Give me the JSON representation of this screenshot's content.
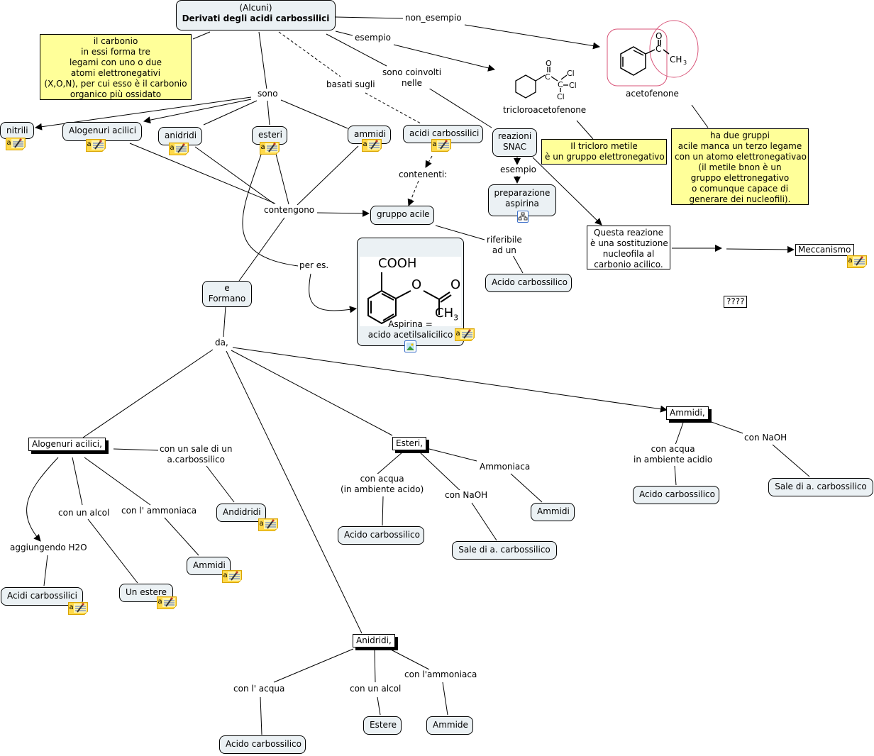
{
  "root": {
    "line1": "(Alcuni)",
    "line2": "Derivati degli acidi carbossilici"
  },
  "notes": {
    "carbonio": [
      "il carbonio",
      "in essi forma tre",
      "legami con uno o due",
      "atomi elettronegativi",
      "(X,O,N), per cui esso è il carbonio",
      "organico più ossidato"
    ],
    "tricloro": [
      "Il tricloro metile",
      "è un gruppo elettronegativo"
    ],
    "acetofenone": [
      "ha due gruppi",
      "acile manca un terzo legame",
      "con un atomo elettronegativao",
      "(il metile bnon è un",
      "gruppo elettronegativo",
      "o comunque capace di",
      "generare dei nucleofili)."
    ]
  },
  "linking_phrases": {
    "non_esempio": "non_esempio",
    "esempio": "esempio",
    "sono_coinvolti": [
      "sono coinvolti",
      "nelle"
    ],
    "basati_sugli": "basati sugli",
    "sono": "sono",
    "contengono": "contengono",
    "contenenti": "contenenti:",
    "esempio2": "esempio",
    "riferibile": [
      "riferibile",
      "ad un"
    ],
    "per_es": "per es.",
    "da": "da,",
    "con_sale": [
      "con un sale di un",
      "a.carbossilico"
    ],
    "con_alcol_1": "con un alcol",
    "con_ammoniaca_1": "con l' ammoniaca",
    "aggiungendo": "aggiungendo H2O",
    "esteri_acqua": [
      "con acqua",
      "(in ambiente acido)"
    ],
    "esteri_naoh": "con NaOH",
    "esteri_ammoniaca": "Ammoniaca",
    "ammidi_acqua": [
      "con acqua",
      "in ambiente acidio"
    ],
    "ammidi_naoh": "con NaOH",
    "anidridi_acqua": "con l' acqua",
    "anidridi_alcol": "con un alcol",
    "anidridi_ammoniaca": "con l'ammoniaca"
  },
  "concepts": {
    "nitrili": "nitrili",
    "alogenuri": "Alogenuri acilici",
    "anidridi": "anidridi",
    "esteri": "esteri",
    "ammidi": "ammidi",
    "acidi_carbossilici": "acidi carbossilici",
    "reazioni_snac": [
      "reazioni",
      "SNAC"
    ],
    "preparazione": [
      "preparazione",
      "aspirina"
    ],
    "gruppo_acile": "gruppo acile",
    "acido_carbossilico_rif": "Acido carbossilico",
    "e_formano": [
      "e",
      "Formano"
    ],
    "aspirina": [
      "Aspirina =",
      "acido acetilsalicilico"
    ],
    "questa_reazione": [
      "Questa reazione",
      "è una sostituzione",
      "nucleofila al",
      "carbonio acilico."
    ],
    "meccanismo": "Meccanismo",
    "qqqq": "????",
    "tricloroacetofenone": "tricloroacetofenone",
    "acetofenone": "acetofenone",
    "alogenuri_b": "Alogenuri  acilici,",
    "andidridi": "Andidridi",
    "ammidi_b": "Ammidi",
    "acidi_carbossilici_b": "Acidi carbossilici",
    "un_estere": "Un estere",
    "esteri_b": "Esteri,",
    "acido_carb_esteri": "Acido carbossilico",
    "sale_esteri": "Sale di a. carbossilico",
    "ammidi_esteri": "Ammidi",
    "ammidi_c": "Ammidi,",
    "acido_carb_ammidi": "Acido carbossilico",
    "sale_ammidi": "Sale di a. carbossilico",
    "anidridi_b": "Anidridi,",
    "acido_carb_anidridi": "Acido carbossilico",
    "estere_anidridi": "Estere",
    "ammide_anidridi": "Ammide"
  },
  "chem_labels": {
    "cooh": "COOH",
    "o": "O",
    "ch3": "CH",
    "sub3": "3",
    "cl": "Cl",
    "c": "C"
  },
  "colors": {
    "node_fill": "#ebf1f4",
    "note_fill": "#ffff99",
    "highlight": "#d9567a"
  }
}
